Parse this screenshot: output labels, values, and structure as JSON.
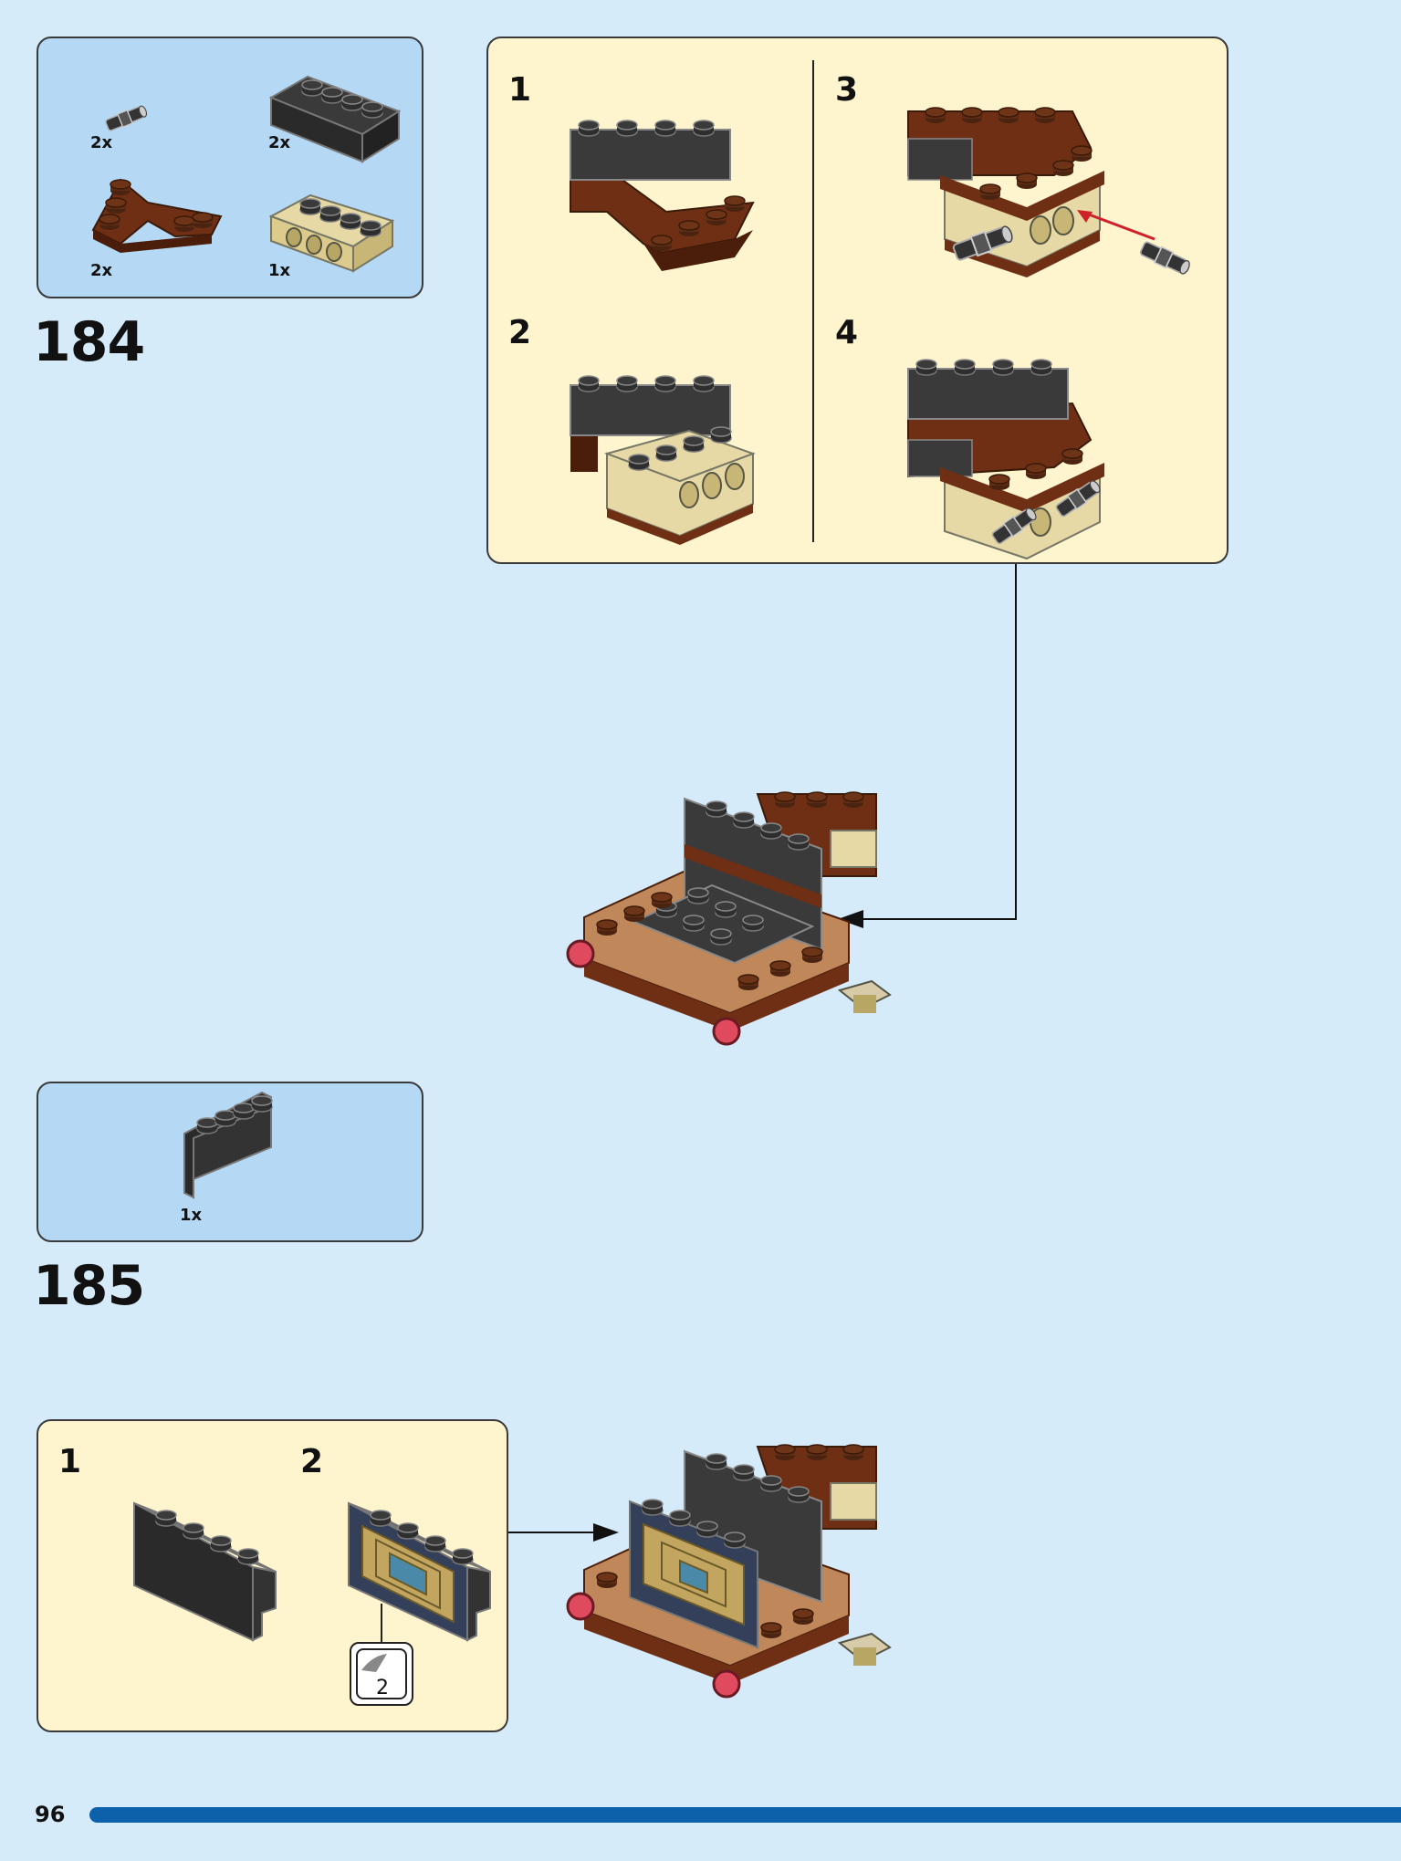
{
  "step184": {
    "number": "184",
    "parts": [
      {
        "qty": "2x",
        "icon": "pin-connector"
      },
      {
        "qty": "2x",
        "icon": "black-brick-1x4"
      },
      {
        "qty": "2x",
        "icon": "brown-wedge-plate"
      },
      {
        "qty": "1x",
        "icon": "tan-technic-brick"
      }
    ],
    "substeps": [
      "1",
      "2",
      "3",
      "4"
    ]
  },
  "step185": {
    "number": "185",
    "parts": [
      {
        "qty": "1x",
        "icon": "black-panel-1x4x2"
      }
    ],
    "substeps": [
      "1",
      "2"
    ],
    "sticker": "2"
  },
  "page": {
    "number": "96"
  },
  "colors": {
    "background": "#d6ebfa",
    "parts_box": "#b5d8f5",
    "sub_box": "#fef5cf",
    "page_bar": "#0d61ab"
  }
}
